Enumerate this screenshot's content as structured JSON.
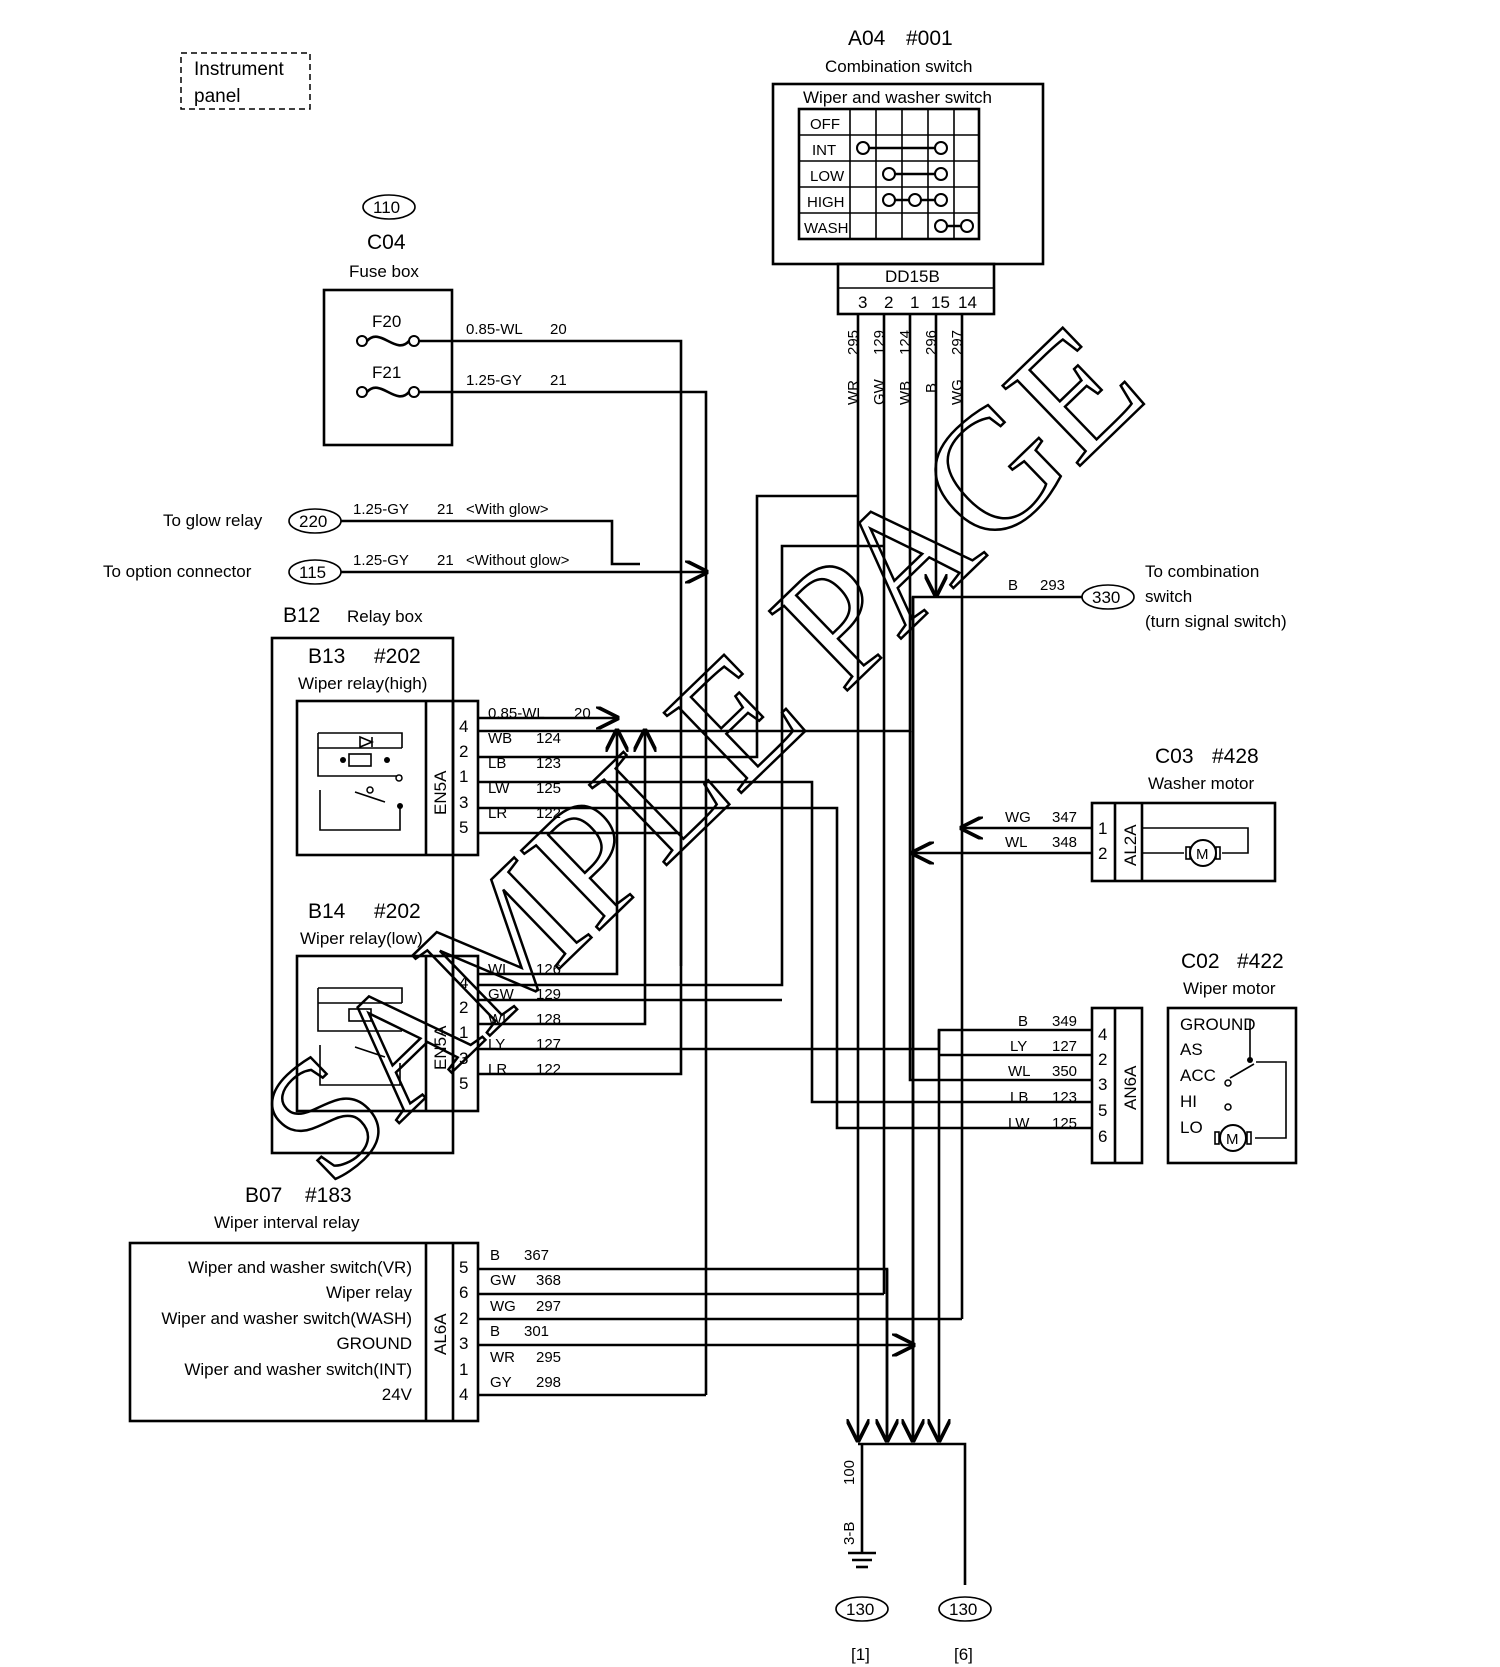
{
  "instrument_panel": {
    "line1": "Instrument",
    "line2": "panel"
  },
  "combination_switch": {
    "code": "A04",
    "ref": "#001",
    "name": "Combination switch",
    "sub_title": "Wiper and washer switch",
    "positions": [
      "OFF",
      "INT",
      "LOW",
      "HIGH",
      "WASH"
    ],
    "connector": "DD15B",
    "pins": [
      "3",
      "2",
      "1",
      "15",
      "14"
    ],
    "wires": [
      {
        "color": "WR",
        "num": "295"
      },
      {
        "color": "GW",
        "num": "129"
      },
      {
        "color": "WB",
        "num": "124"
      },
      {
        "color": "B",
        "num": "296"
      },
      {
        "color": "WG",
        "num": "297"
      }
    ]
  },
  "fuse_box": {
    "circle": "110",
    "code": "C04",
    "name": "Fuse box",
    "fuses": [
      {
        "label": "F20",
        "wire": "0.85-WL",
        "num": "20"
      },
      {
        "label": "F21",
        "wire": "1.25-GY",
        "num": "21"
      }
    ]
  },
  "glow": {
    "label": "To glow relay",
    "circle": "220",
    "wire": "1.25-GY",
    "num": "21",
    "note": "<With glow>"
  },
  "option": {
    "label": "To option connector",
    "circle": "115",
    "wire": "1.25-GY",
    "num": "21",
    "note": "<Without glow>"
  },
  "turn_signal": {
    "wire": "B",
    "num": "293",
    "circle": "330",
    "line1": "To combination",
    "line2": "switch",
    "line3": "(turn signal switch)"
  },
  "relay_box": {
    "code": "B12",
    "name": "Relay box"
  },
  "relay_high": {
    "code": "B13",
    "ref": "#202",
    "name": "Wiper relay(high)",
    "connector": "EN5A",
    "pins": [
      {
        "pin": "4",
        "wire": "0.85-WL",
        "num": "20"
      },
      {
        "pin": "2",
        "wire": "WB",
        "num": "124"
      },
      {
        "pin": "1",
        "wire": "LB",
        "num": "123"
      },
      {
        "pin": "3",
        "wire": "LW",
        "num": "125"
      },
      {
        "pin": "5",
        "wire": "LR",
        "num": "122"
      }
    ]
  },
  "relay_low": {
    "code": "B14",
    "ref": "#202",
    "name": "Wiper relay(low)",
    "connector": "EN5A",
    "pins": [
      {
        "pin": "4",
        "wire": "WL",
        "num": "126"
      },
      {
        "pin": "2",
        "wire": "GW",
        "num": "129"
      },
      {
        "pin": "1",
        "wire": "WL",
        "num": "128"
      },
      {
        "pin": "3",
        "wire": "LY",
        "num": "127"
      },
      {
        "pin": "5",
        "wire": "LR",
        "num": "122"
      }
    ]
  },
  "washer_motor": {
    "code": "C03",
    "ref": "#428",
    "name": "Washer motor",
    "connector": "AL2A",
    "pins": [
      {
        "pin": "1",
        "wire": "WG",
        "num": "347"
      },
      {
        "pin": "2",
        "wire": "WL",
        "num": "348"
      }
    ],
    "motor": "M"
  },
  "wiper_motor": {
    "code": "C02",
    "ref": "#422",
    "name": "Wiper motor",
    "connector": "AN6A",
    "terminals": [
      "GROUND",
      "AS",
      "ACC",
      "HI",
      "LO"
    ],
    "pins": [
      {
        "pin": "4",
        "wire": "B",
        "num": "349"
      },
      {
        "pin": "2",
        "wire": "LY",
        "num": "127"
      },
      {
        "pin": "3",
        "wire": "WL",
        "num": "350"
      },
      {
        "pin": "5",
        "wire": "LB",
        "num": "123"
      },
      {
        "pin": "6",
        "wire": "LW",
        "num": "125"
      }
    ],
    "motor": "M"
  },
  "interval_relay": {
    "code": "B07",
    "ref": "#183",
    "name": "Wiper interval relay",
    "connector": "AL6A",
    "functions": [
      "Wiper and washer switch(VR)",
      "Wiper relay",
      "Wiper and washer switch(WASH)",
      "GROUND",
      "Wiper and washer switch(INT)",
      "24V"
    ],
    "pins": [
      {
        "pin": "5",
        "wire": "B",
        "num": "367"
      },
      {
        "pin": "6",
        "wire": "GW",
        "num": "368"
      },
      {
        "pin": "2",
        "wire": "WG",
        "num": "297"
      },
      {
        "pin": "3",
        "wire": "B",
        "num": "301"
      },
      {
        "pin": "1",
        "wire": "WR",
        "num": "295"
      },
      {
        "pin": "4",
        "wire": "GY",
        "num": "298"
      }
    ]
  },
  "ground": {
    "wire": "3-B",
    "num": "100",
    "circle_left": "130",
    "circle_right": "130",
    "ref_left": "[1]",
    "ref_right": "[6]"
  },
  "watermark": "SAMPLE PAGE"
}
